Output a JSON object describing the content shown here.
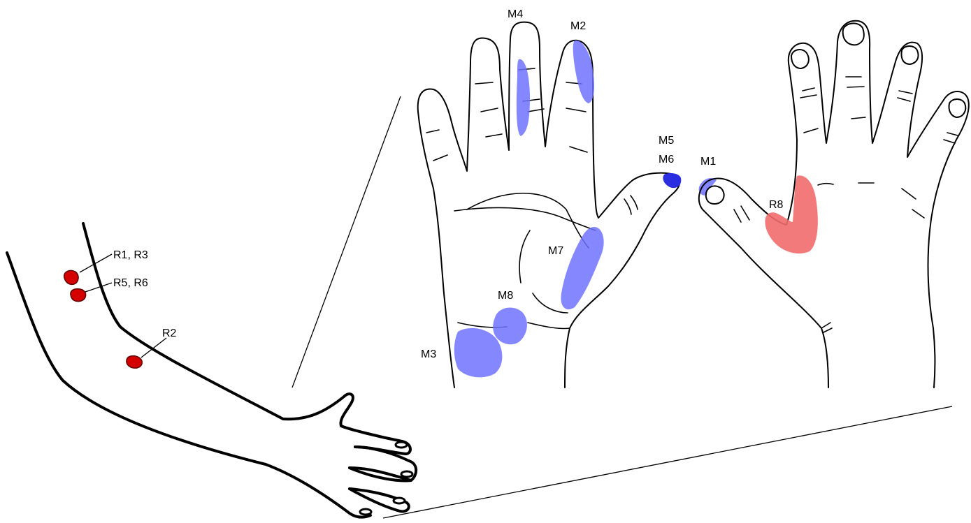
{
  "markers": {
    "muscle": {
      "m1": "M1",
      "m2": "M2",
      "m3": "M3",
      "m4": "M4",
      "m5": "M5",
      "m6": "M6",
      "m7": "M7",
      "m8": "M8"
    },
    "reference": {
      "r1_r3": "R1, R3",
      "r5_r6": "R5, R6",
      "r2": "R2",
      "r8": "R8"
    }
  },
  "colors": {
    "muscle_region": "#6f72ff",
    "muscle_region_dark": "#2a2de0",
    "reference_region": "#f26b6b",
    "reference_dot": "#d40000",
    "outline": "#000000"
  }
}
